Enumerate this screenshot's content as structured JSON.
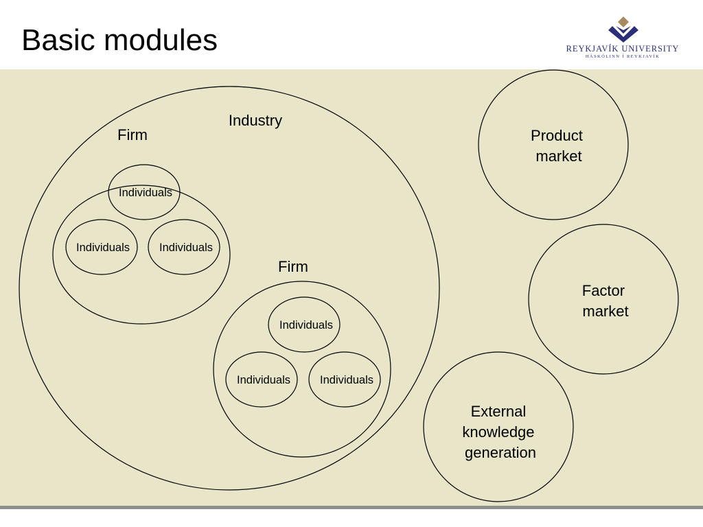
{
  "slide": {
    "title": "Basic modules"
  },
  "logo": {
    "name": "REYKJAVÍK UNIVERSITY",
    "subtitle": "HÁSKÓLINN Í REYKJAVÍK",
    "colors": {
      "diamond_dark": "#2b2f7a",
      "diamond_light": "#a98a62"
    }
  },
  "colors": {
    "canvas_background": "#e8e5c8",
    "footer_bar": "#8f8f8f",
    "stroke": "#000000"
  },
  "diagram": {
    "industry": {
      "label": "Industry",
      "firms": [
        {
          "label": "Firm",
          "individuals": [
            "Individuals",
            "Individuals",
            "Individuals"
          ]
        },
        {
          "label": "Firm",
          "individuals": [
            "Individuals",
            "Individuals",
            "Individuals"
          ]
        }
      ]
    },
    "markets": {
      "product": [
        "Product",
        "market"
      ],
      "factor": [
        "Factor",
        "market"
      ],
      "knowledge": [
        "External",
        "knowledge",
        "generation"
      ]
    }
  }
}
